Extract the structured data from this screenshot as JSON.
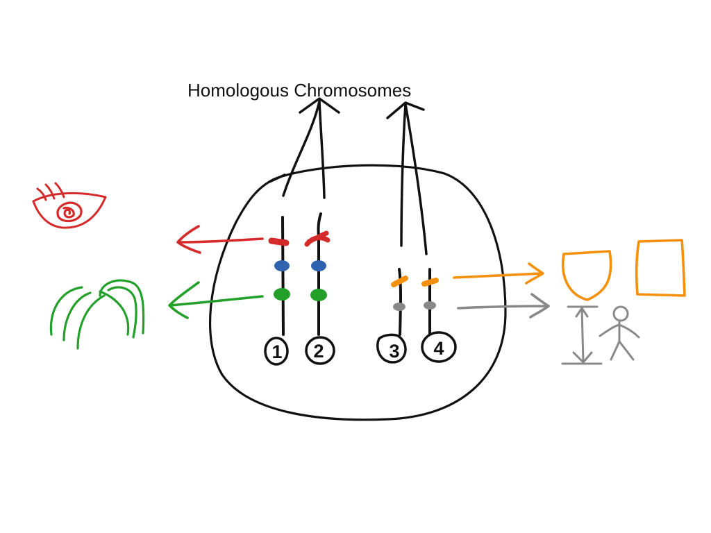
{
  "title": "Homologous Chromosomes",
  "chromosome_labels": [
    "1",
    "2",
    "3",
    "4"
  ],
  "icons": [
    "eye-icon",
    "hair-icon",
    "shield-face-icon",
    "square-face-icon",
    "height-icon",
    "stick-figure-icon"
  ],
  "colors": {
    "ink": "#111111",
    "eye_gene": "#d42a2a",
    "blue_gene": "#2f63b0",
    "hair_gene": "#22a02a",
    "face_gene": "#f4900c",
    "height_gene": "#888888"
  }
}
